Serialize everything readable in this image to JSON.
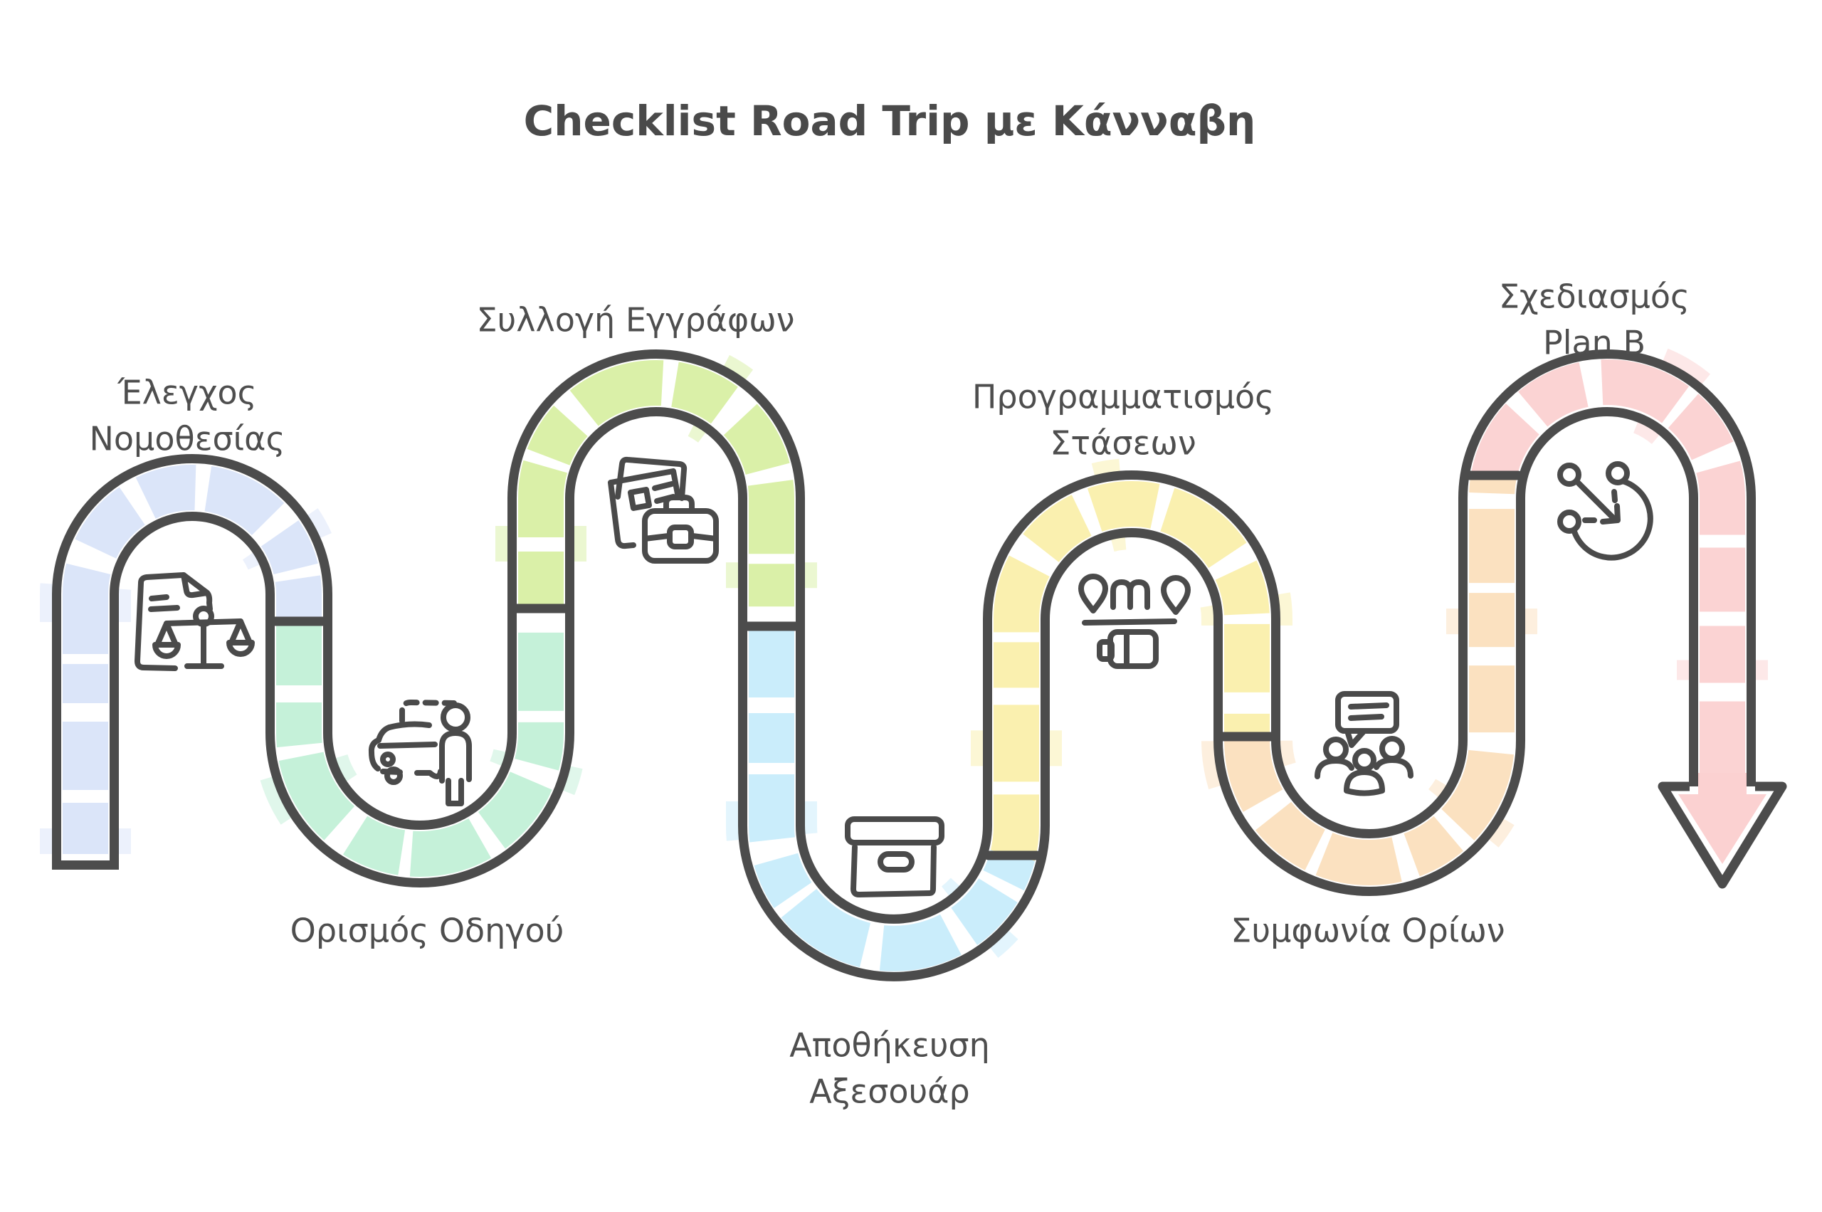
{
  "title": "Checklist Road Trip με Κάνναβη",
  "outline_color": "#4c4c4c",
  "text_color": "#4e4e4e",
  "steps": [
    {
      "label": "Έλεγχος\nΝομοθεσίας",
      "icon": "legal-document-scales-icon",
      "color": "#d9e4f9"
    },
    {
      "label": "Ορισμός Οδηγού",
      "icon": "car-driver-icon",
      "color": "#c2f0d7"
    },
    {
      "label": "Συλλογή Εγγράφων",
      "icon": "documents-briefcase-icon",
      "color": "#d8efa3"
    },
    {
      "label": "Αποθήκευση\nΑξεσουάρ",
      "icon": "storage-box-icon",
      "color": "#c7ecfb"
    },
    {
      "label": "Προγραμματισμός\nΣτάσεων",
      "icon": "route-stops-battery-icon",
      "color": "#faefab"
    },
    {
      "label": "Συμφωνία Ορίων",
      "icon": "group-chat-icon",
      "color": "#fbdfbd"
    },
    {
      "label": "Σχεδιασμός Plan B",
      "icon": "alternate-route-icon",
      "color": "#fbd1d1"
    }
  ]
}
